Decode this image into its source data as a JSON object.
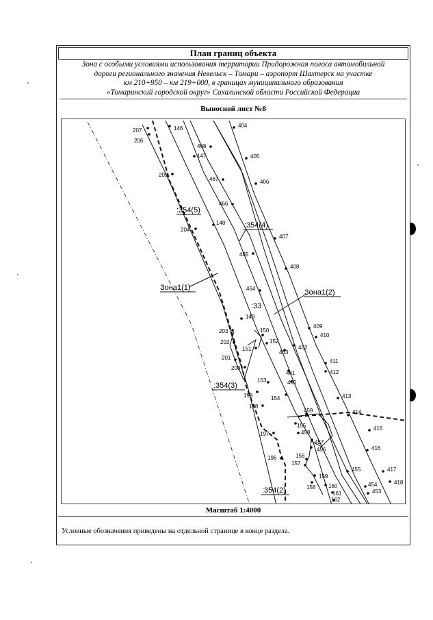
{
  "title": "План границ объекта",
  "description": [
    "Зона с особыми условиями использования территории Придорожная полоса автомобильной",
    "дороги регионального значения Невельск – Томари – аэропорт Шахтерск на участке",
    "км 210+950 – км 219+000, в границах муниципального образования",
    "«Томаринский городской округ» Сахалинской области Российской Федерации"
  ],
  "sheet_label": "Выносной лист №8",
  "scale_label": "Масштаб 1:4000",
  "note": "Условные обозначения приведены на отдельной странице в конце раздела.",
  "map": {
    "zone_labels": {
      "zone1_1": "Зона1(1)",
      "zone1_2": "Зона1(2)",
      "p354_5": ":354(5)",
      "p354_4": ":354(4)",
      "p354_3": ":354(3)",
      "p354_2": ":354(2)",
      "p33": ":33"
    },
    "points": [
      "207",
      "206",
      "146",
      "205",
      "147",
      "468",
      "404",
      "405",
      "467",
      "406",
      "466",
      "148",
      "204",
      "407",
      "465",
      "408",
      "464",
      "149",
      "203",
      "150",
      "152",
      "202",
      "151",
      "463",
      "462",
      "409",
      "410",
      "201",
      "200",
      "411",
      "461",
      "412",
      "153",
      "460",
      "199",
      "154",
      "413",
      "198",
      "459",
      "414",
      "155",
      "458",
      "415",
      "457",
      "456",
      "197",
      "156",
      "416",
      "157",
      "196",
      "455",
      "417",
      "159",
      "158",
      "160",
      "454",
      "418",
      "161",
      "453",
      "162"
    ]
  }
}
